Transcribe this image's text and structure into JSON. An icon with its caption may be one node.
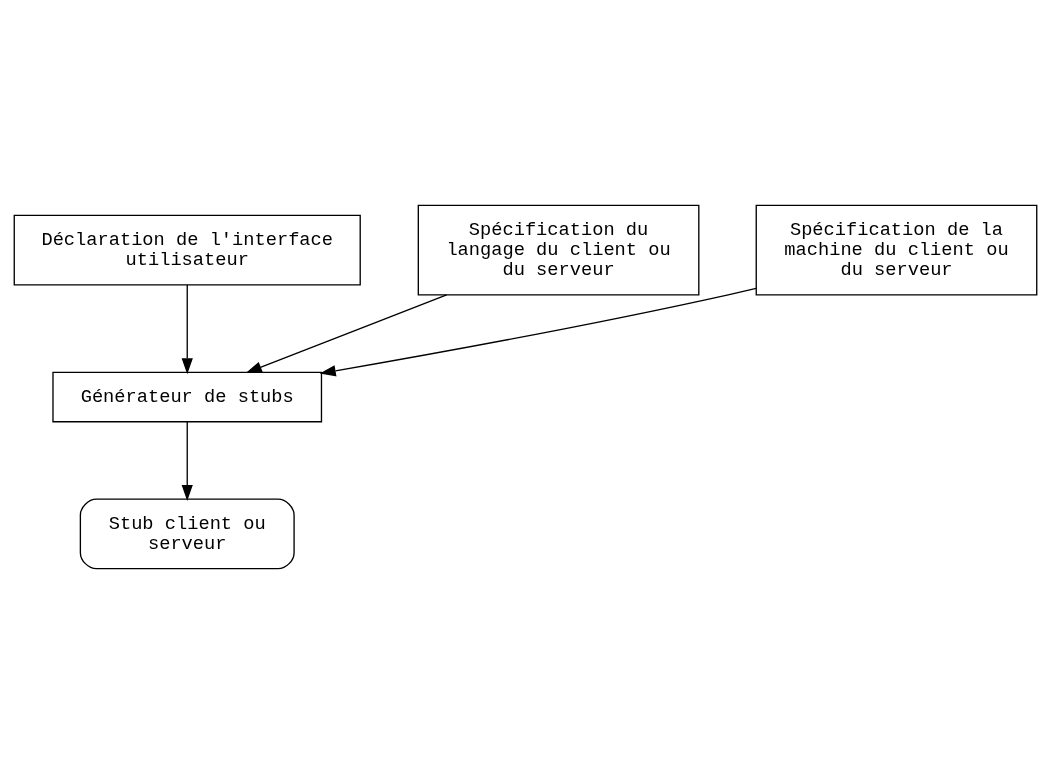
{
  "diagram": {
    "nodes": [
      {
        "text": [
          "Déclaration de l'interface utilisateur"
        ]
      },
      {
        "text": [
          "Spécification du langage du client ou du serveur"
        ]
      },
      {
        "text": [
          "Spécification de la machine du client ou du serveur"
        ]
      },
      {
        "text": [
          "Générateur de stubs"
        ]
      },
      {
        "text": [
          "Stub client ou serveur"
        ]
      }
    ],
    "edges": [
      {
        "from": 1,
        "to": 3,
        "arrow": "to"
      },
      {
        "from": 0,
        "to": 3,
        "arrow": "to"
      },
      {
        "from": 2,
        "to": 3,
        "arrow": "to"
      },
      {
        "from": 3,
        "to": 4,
        "arrow": "to"
      }
    ]
  }
}
